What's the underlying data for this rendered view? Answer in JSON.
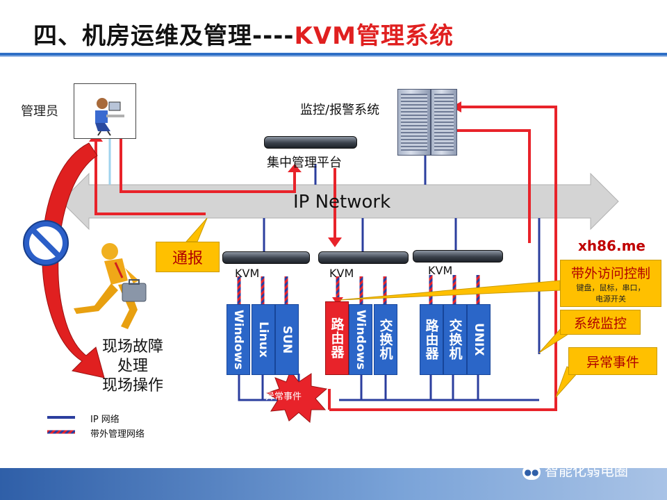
{
  "title": {
    "main": "四、机房运维及管理----",
    "accent": "KVM管理系统"
  },
  "labels": {
    "admin": "管理员",
    "monitor": "监控/报警系统",
    "platform": "集中管理平台",
    "network": "IP Network",
    "notify": "通报",
    "site_line1": "现场故障",
    "site_line2": "处理",
    "site_line3": "现场操作",
    "event_burst": "异常事件",
    "watermark": "xh86.me"
  },
  "kvm": [
    "KVM",
    "KVM",
    "KVM"
  ],
  "devices": {
    "group1": [
      "Windows",
      "Linux",
      "SUN"
    ],
    "group2": [
      "路由器",
      "Windows",
      "交换机"
    ],
    "group3": [
      "路由器",
      "交换机",
      "UNIX"
    ]
  },
  "callouts": {
    "oob_title": "带外访问控制",
    "oob_line1": "键盘，鼠标，串口，",
    "oob_line2": "电源开关",
    "sys_monitor": "系统监控",
    "abnormal": "异常事件"
  },
  "legend": {
    "ip": "IP 网络",
    "oob": "带外管理网络"
  },
  "footer": {
    "wechat": "智能化弱电圈"
  },
  "colors": {
    "red": "#e8232a",
    "blue": "#2b3e9e",
    "device_blue": "#2b66c8",
    "callout": "#ffc000",
    "title_rule": "#2e6fc6"
  },
  "icons": [
    "person-computer-icon",
    "no-entry-icon",
    "running-man-icon",
    "server-tower-icon",
    "explosion-icon",
    "wechat-icon"
  ]
}
